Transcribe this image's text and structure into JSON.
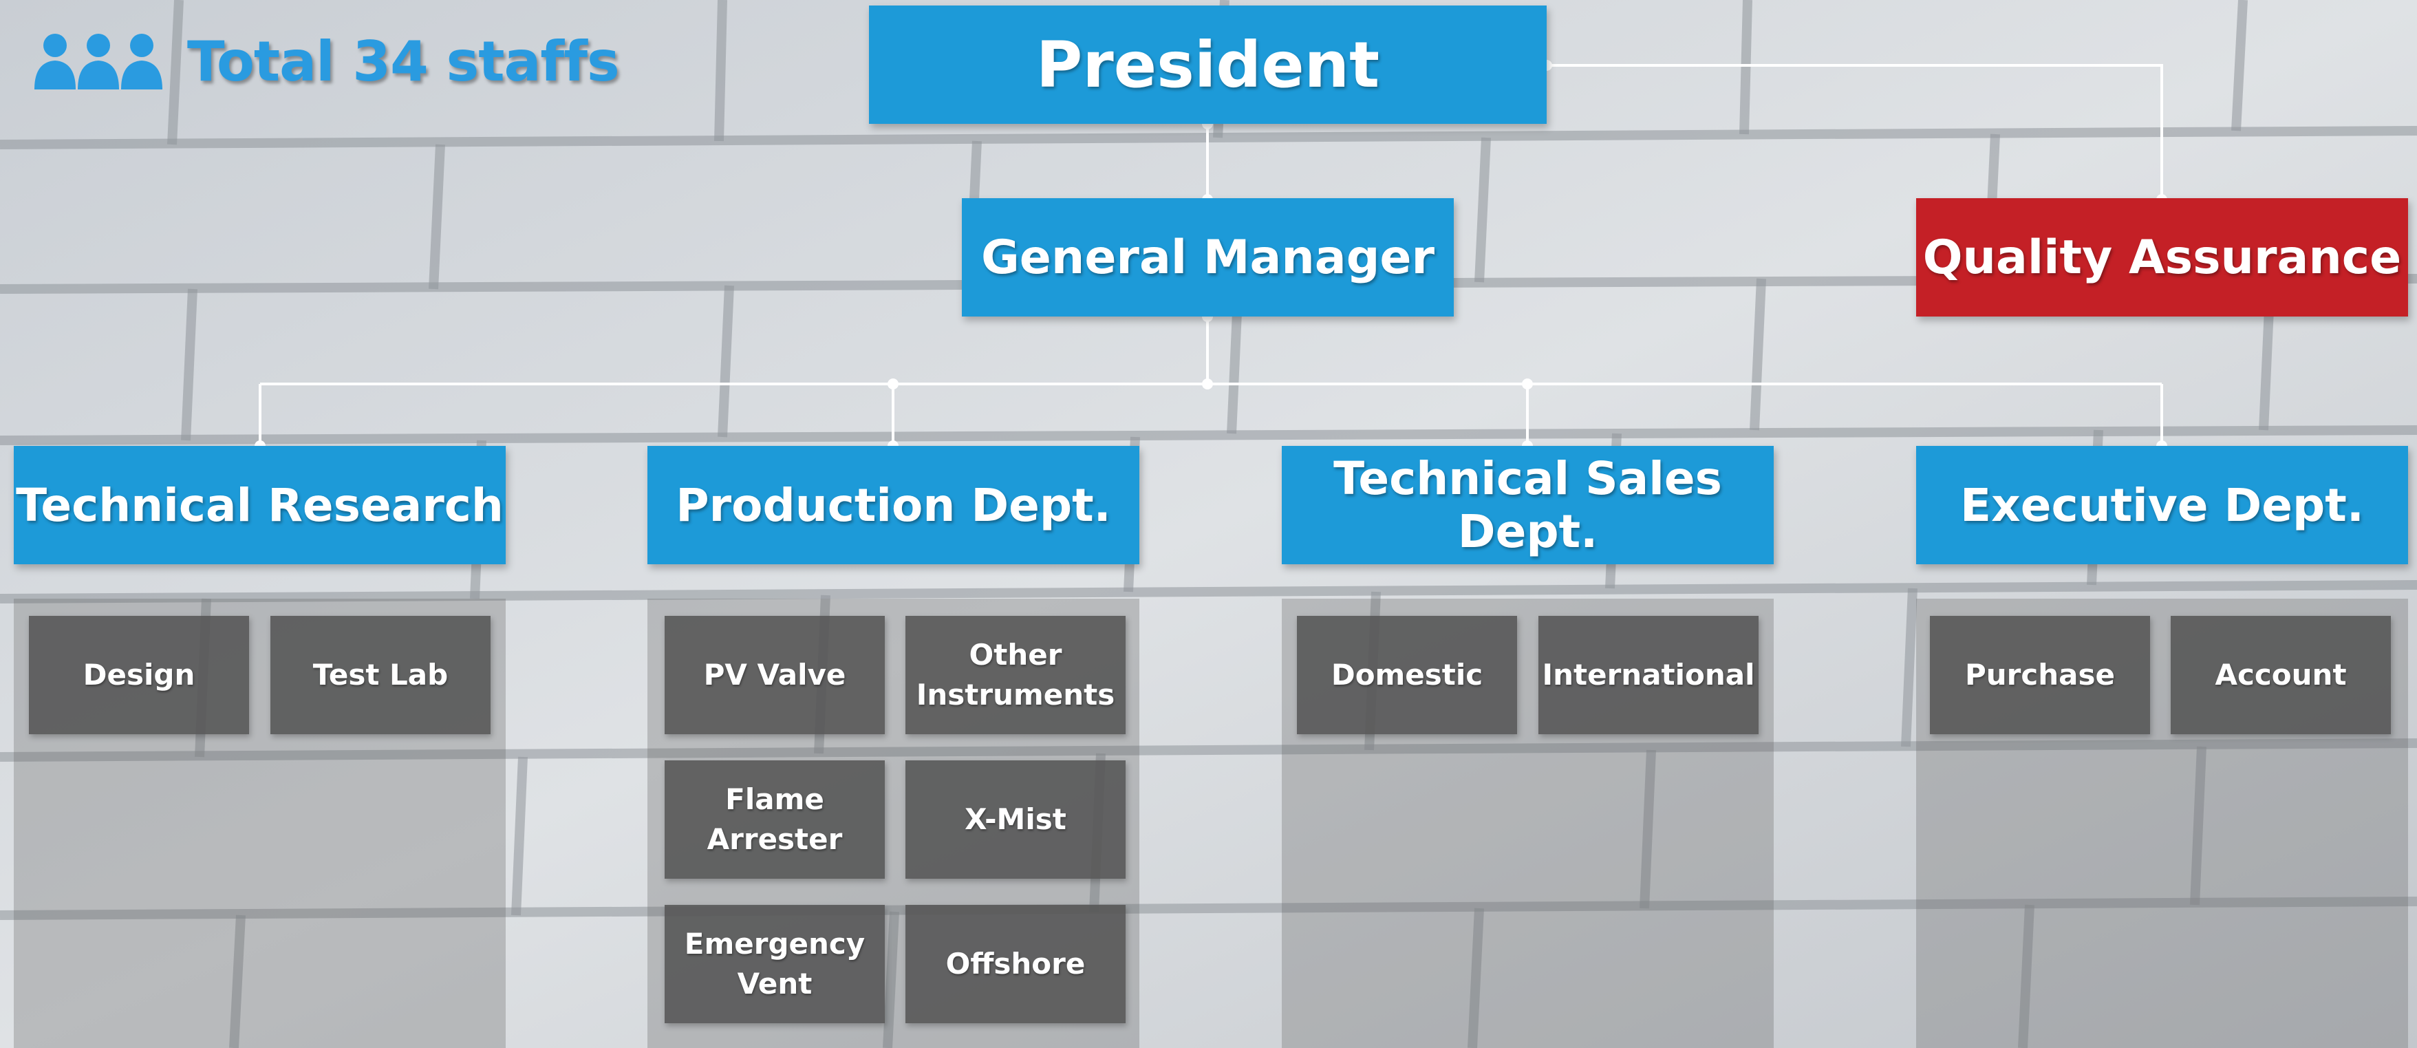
{
  "header": {
    "staff_total": "Total 34 staffs",
    "icon": "group-people-icon",
    "icon_color": "#2a9be0"
  },
  "colors": {
    "department_box": "#1d9ad8",
    "quality_box": "#c42026",
    "unit_box": "#555555",
    "connector": "#ffffff"
  },
  "president": {
    "label": "President"
  },
  "general_manager": {
    "label": "General Manager"
  },
  "quality_assurance": {
    "label": "Quality Assurance"
  },
  "departments": [
    {
      "label": "Technical Research",
      "units": [
        "Design",
        "Test Lab"
      ]
    },
    {
      "label": "Production Dept.",
      "units": [
        "PV Valve",
        "Other Instruments",
        "Flame Arrester",
        "X-Mist",
        "Emergency Vent",
        "Offshore"
      ]
    },
    {
      "label": "Technical Sales Dept.",
      "units": [
        "Domestic",
        "International"
      ]
    },
    {
      "label": "Executive Dept.",
      "units": [
        "Purchase",
        "Account"
      ]
    }
  ]
}
